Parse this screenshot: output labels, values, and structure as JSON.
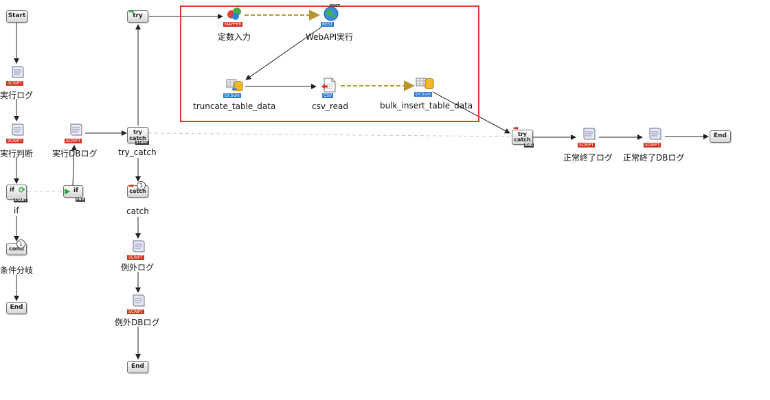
{
  "nodes": {
    "start": {
      "label": "Start"
    },
    "script_exec_log": {
      "tag": "SCRIPT",
      "label": "実行ログ"
    },
    "script_exec_judge": {
      "tag": "SCRIPT",
      "label": "実行判断"
    },
    "if_start": {
      "text": "if",
      "sub": "START",
      "label": "if"
    },
    "if_end": {
      "text": "if",
      "sub": "END"
    },
    "cond": {
      "text": "cond",
      "badge": "1",
      "label": "条件分岐"
    },
    "end_left": {
      "label": "End"
    },
    "script_exec_db_log": {
      "tag": "SCRIPT",
      "label": "実行DBログ"
    },
    "try": {
      "text": "try"
    },
    "try_catch_start": {
      "text_top": "try",
      "text_bottom": "catch",
      "sub": "START",
      "label": "try_catch"
    },
    "catch": {
      "text": "catch",
      "badge": "1",
      "label": "catch"
    },
    "script_exception_log": {
      "tag": "SCRIPT",
      "label": "例外ログ"
    },
    "script_exception_db_log": {
      "tag": "SCRIPT",
      "label": "例外DBログ"
    },
    "end_mid": {
      "label": "End"
    },
    "mapper": {
      "tag": "MAPPER",
      "label": "定数入力"
    },
    "webapi": {
      "tag": "REST",
      "sub": "POST",
      "label": "WebAPI実行"
    },
    "truncate": {
      "tag": "Dr.Sum",
      "label": "truncate_table_data"
    },
    "csv_read": {
      "tag": "CSV",
      "label": "csv_read"
    },
    "bulk_insert": {
      "tag": "Dr.Sum",
      "label": "bulk_insert_table_data"
    },
    "try_catch_end": {
      "text_top": "try",
      "text_bottom": "catch",
      "sub": "END"
    },
    "script_normal_end_log": {
      "tag": "SCRIPT",
      "label": "正常終了ログ"
    },
    "script_normal_end_db_log": {
      "tag": "SCRIPT",
      "label": "正常終了DBログ"
    },
    "end_right": {
      "label": "End"
    }
  },
  "colors": {
    "highlight_border": "#e53b2c",
    "script_tag": "#d8321f",
    "drsum_tag": "#2b7fd6",
    "flow_line": "#222222",
    "data_line": "#b8962e",
    "dashed_link": "#c8c8c8"
  }
}
